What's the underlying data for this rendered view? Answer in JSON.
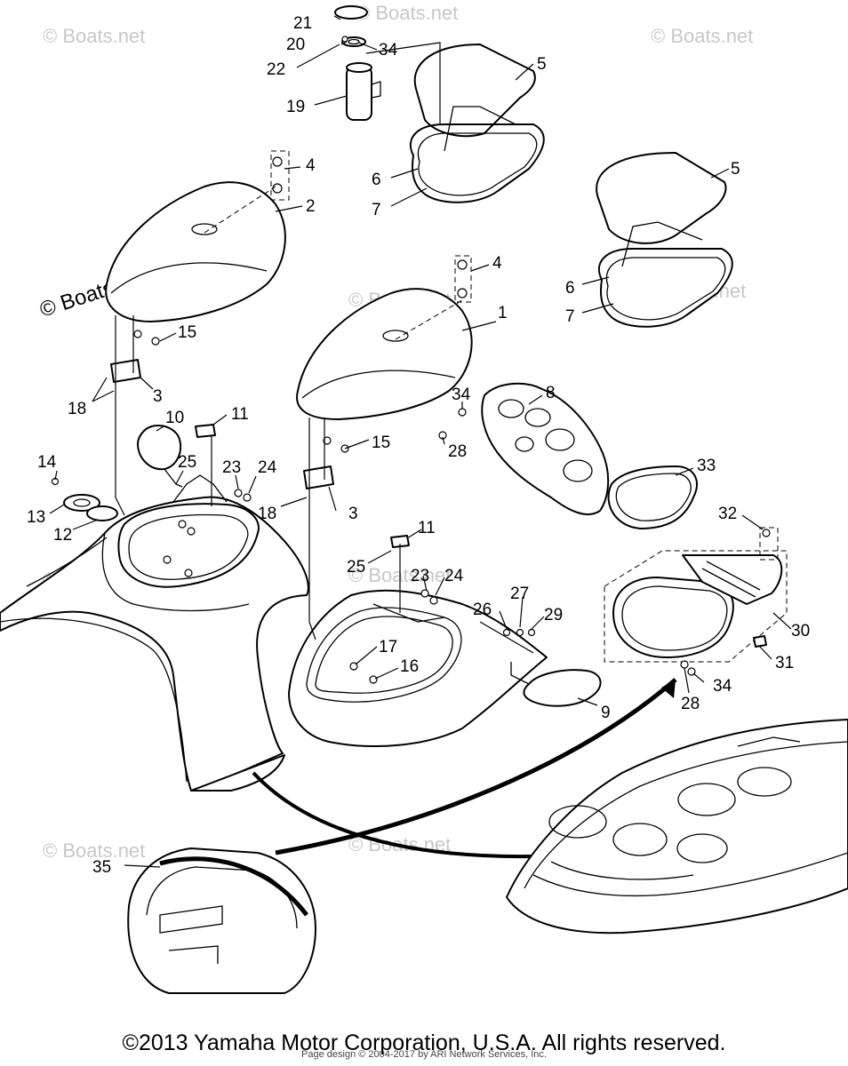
{
  "watermark": "© Boats.net",
  "labels": [
    "1",
    "2",
    "3",
    "4",
    "5",
    "6",
    "7",
    "8",
    "9",
    "10",
    "11",
    "12",
    "13",
    "14",
    "15",
    "16",
    "17",
    "18",
    "19",
    "20",
    "21",
    "22",
    "23",
    "24",
    "25",
    "26",
    "27",
    "28",
    "29",
    "30",
    "31",
    "32",
    "33",
    "34",
    "35"
  ],
  "footer": {
    "copyright": "©2013 Yamaha Motor Corporation, U.S.A. All rights reserved.",
    "page_design": "Page design © 2004-2017 by ARI Network Services, Inc."
  }
}
